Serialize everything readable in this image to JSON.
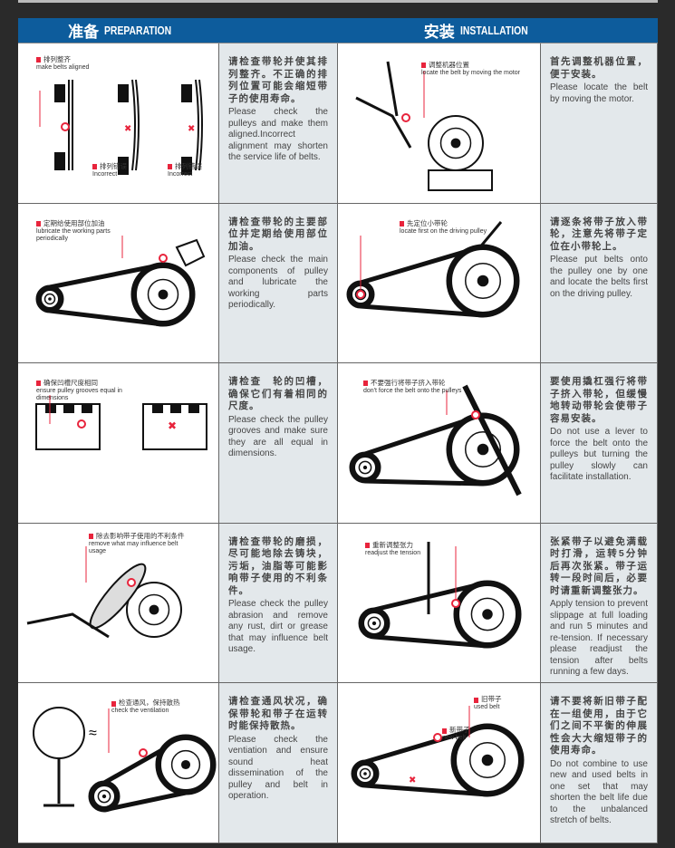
{
  "header": {
    "left_zh": "准备",
    "left_en": "PREPARATION",
    "right_zh": "安装",
    "right_en": "INSTALLATION"
  },
  "accent": "#e8243c",
  "brand": "#0d5c9c",
  "rows": [
    {
      "left": {
        "labels": [
          {
            "zh": "排列整齐",
            "en": "make belts aligned"
          },
          {
            "zh": "排列错误",
            "en": "Incorrect"
          },
          {
            "zh": "排列错误",
            "en": "Incorrect"
          }
        ],
        "zh": "请检查带轮并使其排列整齐。不正确的排列位置可能会缩短带子的使用寿命。",
        "en": "Please check the pulleys and make them aligned.Incorrect alignment may shorten the service life of belts."
      },
      "right": {
        "labels": [
          {
            "zh": "调整机器位置",
            "en": "locate the belt by moving the motor"
          }
        ],
        "zh": "首先调整机器位置，便于安装。",
        "en": "Please locate the belt by moving the motor."
      }
    },
    {
      "left": {
        "labels": [
          {
            "zh": "定期给使用部位加油",
            "en": "lubricate the working parts periodically"
          }
        ],
        "zh": "请检查带轮的主要部位并定期给使用部位加油。",
        "en": "Please check the main components of pulley and lubricate the working parts periodically."
      },
      "right": {
        "labels": [
          {
            "zh": "先定位小带轮",
            "en": "locate first on the driving pulley"
          }
        ],
        "zh": "请逐条将带子放入带轮，注意先将带子定位在小带轮上。",
        "en": "Please put belts onto the pulley one by one and locate the belts first on the driving pulley."
      }
    },
    {
      "left": {
        "labels": [
          {
            "zh": "确保凹槽尺度相同",
            "en": "ensure pulley grooves equal in dimensions"
          }
        ],
        "zh": "请检查　轮的凹槽，确保它们有着相同的尺度。",
        "en": "Please check the pulley grooves and make sure they are all equal in dimensions."
      },
      "right": {
        "labels": [
          {
            "zh": "不要强行将带子挤入带轮",
            "en": "don't force the belt onto the pulleys"
          }
        ],
        "zh": "要使用撬杠强行将带子挤入带轮，但缓慢地转动带轮会使带子容易安装。",
        "en": "Do not use a lever to force the belt onto the pulleys but turning the pulley slowly can facilitate installation."
      }
    },
    {
      "left": {
        "labels": [
          {
            "zh": "除去影响带子使用的不利条件",
            "en": "remove what may influence belt usage"
          }
        ],
        "zh": "请检查带轮的磨损，尽可能地除去铸块，污垢，油脂等可能影响带子使用的不利条件。",
        "en": "Please check the pulley abrasion and remove any rust, dirt or grease that may influence belt usage."
      },
      "right": {
        "labels": [
          {
            "zh": "重新调整张力",
            "en": "readjust the tension"
          }
        ],
        "zh": "张紧带子以避免满载时打滑，运转5分钟后再次张紧。带子运转一段时间后，必要时请重新调整张力。",
        "en": "Apply tension to prevent slippage at full loading and run 5 minutes and re-tension. If necessary please readjust the tension after belts running a few days."
      }
    },
    {
      "left": {
        "labels": [
          {
            "zh": "检查通风，保持散热",
            "en": "check the ventilation"
          }
        ],
        "zh": "请检查通风状况，确保带轮和带子在运转时能保持散热。",
        "en": "Please check the ventiation and ensure sound heat dissemination of the pulley and belt in operation."
      },
      "right": {
        "labels": [
          {
            "zh": "旧带子",
            "en": "used belt"
          },
          {
            "zh": "新带子",
            "en": "new belt"
          }
        ],
        "zh": "请不要将新旧带子配在一组使用，由于它们之间不平衡的伸展性会大大缩短带子的使用寿命。",
        "en": "Do not combine to use new and used belts in one set that may shorten the belt life due to the unbalanced stretch of belts."
      }
    }
  ]
}
